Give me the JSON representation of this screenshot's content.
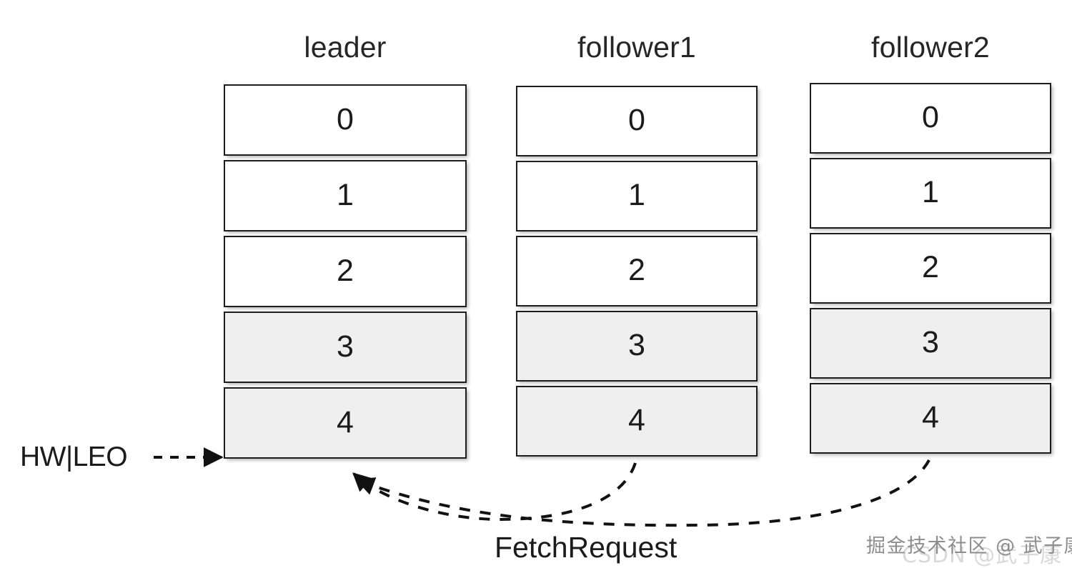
{
  "diagram": {
    "title_row": [
      {
        "key": "leader",
        "label": "leader"
      },
      {
        "key": "follower1",
        "label": "follower1"
      },
      {
        "key": "follower2",
        "label": "follower2"
      }
    ],
    "columns": [
      {
        "name": "leader",
        "cells": [
          {
            "label": "0",
            "shaded": false
          },
          {
            "label": "1",
            "shaded": false
          },
          {
            "label": "2",
            "shaded": false
          },
          {
            "label": "3",
            "shaded": true
          },
          {
            "label": "4",
            "shaded": true
          }
        ]
      },
      {
        "name": "follower1",
        "cells": [
          {
            "label": "0",
            "shaded": false
          },
          {
            "label": "1",
            "shaded": false
          },
          {
            "label": "2",
            "shaded": false
          },
          {
            "label": "3",
            "shaded": true
          },
          {
            "label": "4",
            "shaded": true
          }
        ]
      },
      {
        "name": "follower2",
        "cells": [
          {
            "label": "0",
            "shaded": false
          },
          {
            "label": "1",
            "shaded": false
          },
          {
            "label": "2",
            "shaded": false
          },
          {
            "label": "3",
            "shaded": true
          },
          {
            "label": "4",
            "shaded": true
          }
        ]
      }
    ],
    "annotations": {
      "hw_leo": "HW|LEO",
      "fetch_request": "FetchRequest"
    },
    "colors": {
      "stroke": "#1d1d1d",
      "cell_fill": "#ffffff",
      "cell_fill_shaded": "#efefef",
      "text": "#1b1b1b",
      "background": "#ffffff"
    }
  },
  "watermarks": {
    "back": "CSDN @武子康",
    "front": "掘金技术社区 @ 武子康"
  }
}
